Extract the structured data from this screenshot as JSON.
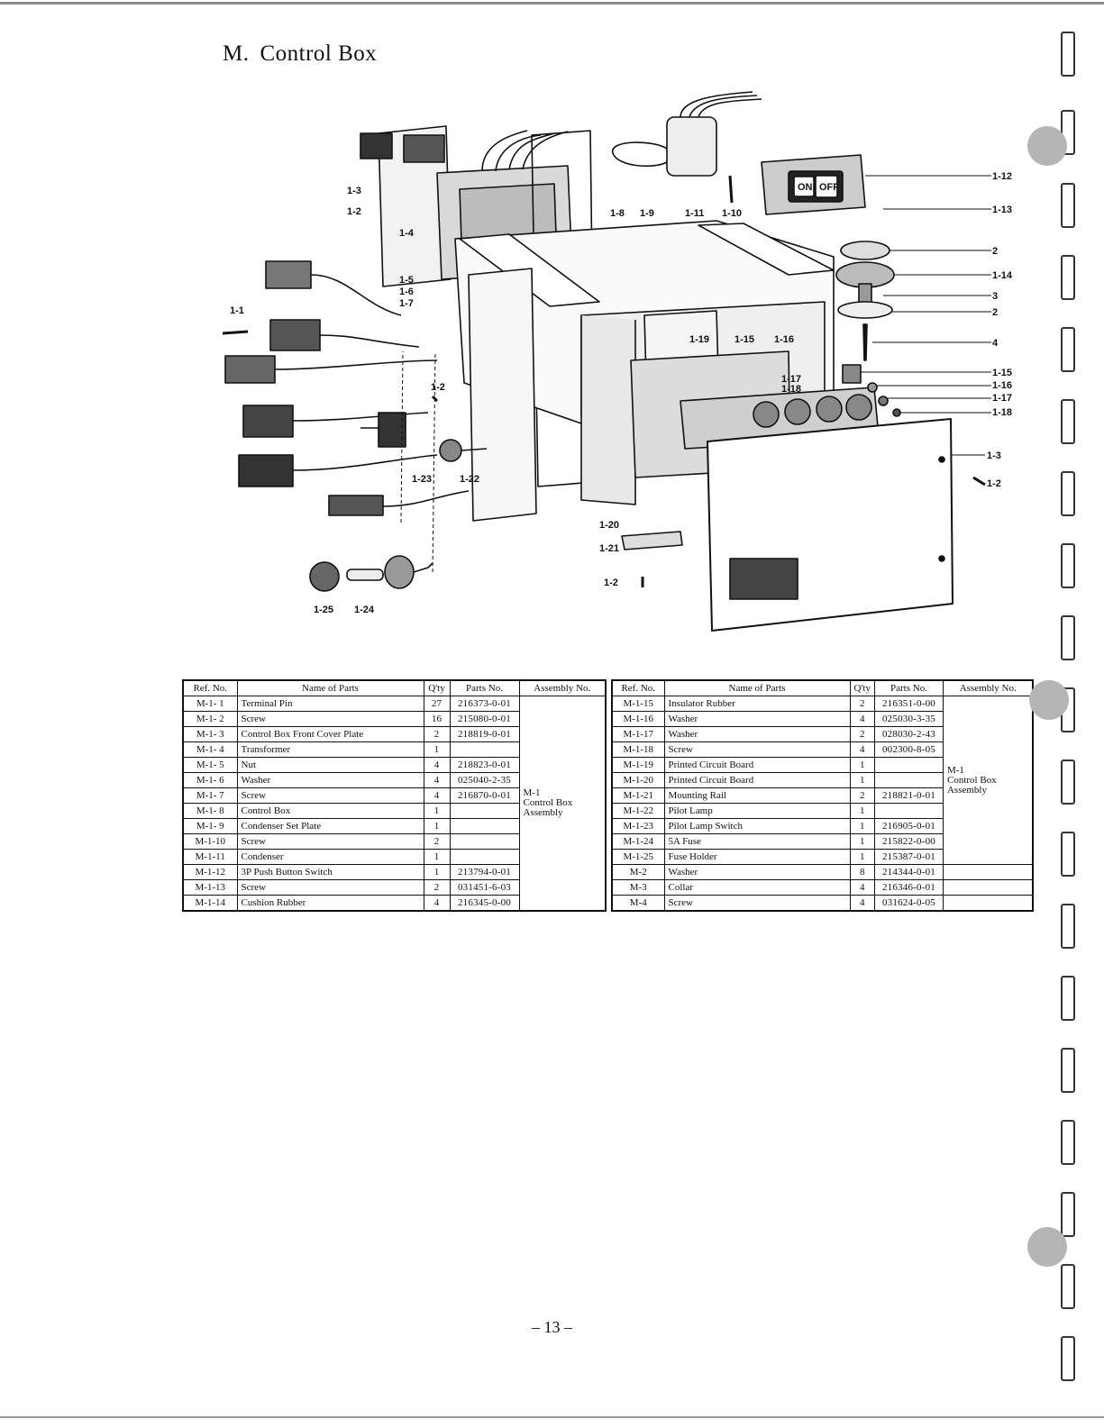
{
  "page": {
    "section_letter": "M.",
    "title": "Control Box",
    "page_number": "– 13 –"
  },
  "diagram_labels": {
    "l1_1": "1-1",
    "l1_2a": "1-2",
    "l1_3a": "1-3",
    "l1_4": "1-4",
    "l1_5": "1-5",
    "l1_6": "1-6",
    "l1_7": "1-7",
    "l1_8": "1-8",
    "l1_9": "1-9",
    "l1_11": "1-11",
    "l1_10": "1-10",
    "l1_12": "1-12",
    "l1_13": "1-13",
    "l2a": "2",
    "l1_14": "1-14",
    "l3": "3",
    "l2b": "2",
    "l4": "4",
    "l1_15": "1-15",
    "l1_16": "1-16",
    "l1_17": "1-17",
    "l1_18": "1-18",
    "l1_19": "1-19",
    "l1_15b": "1-15",
    "l1_16b": "1-16",
    "l1_17b": "1-17",
    "l1_18b": "1-18",
    "l1_3b": "1-3",
    "l1_2b": "1-2",
    "l1_2c": "1-2",
    "l1_23": "1-23",
    "l1_22": "1-22",
    "l1_20": "1-20",
    "l1_21": "1-21",
    "l1_2d": "1-2",
    "l1_25": "1-25",
    "l1_24": "1-24",
    "switch_on": "ON",
    "switch_off": "OFF"
  },
  "table": {
    "headers": {
      "ref_no": "Ref. No.",
      "name": "Name of Parts",
      "qty": "Q'ty",
      "parts_no": "Parts No.",
      "assembly_no": "Assembly No."
    },
    "left_rows": [
      {
        "ref": "M-1- 1",
        "name": "Terminal Pin",
        "qty": "27",
        "parts_no": "216373-0-01"
      },
      {
        "ref": "M-1- 2",
        "name": "Screw",
        "qty": "16",
        "parts_no": "215080-0-01"
      },
      {
        "ref": "M-1- 3",
        "name": "Control Box Front Cover Plate",
        "qty": "2",
        "parts_no": "218819-0-01"
      },
      {
        "ref": "M-1- 4",
        "name": "Transformer",
        "qty": "1",
        "parts_no": ""
      },
      {
        "ref": "M-1- 5",
        "name": "Nut",
        "qty": "4",
        "parts_no": "218823-0-01"
      },
      {
        "ref": "M-1- 6",
        "name": "Washer",
        "qty": "4",
        "parts_no": "025040-2-35"
      },
      {
        "ref": "M-1- 7",
        "name": "Screw",
        "qty": "4",
        "parts_no": "216870-0-01"
      },
      {
        "ref": "M-1- 8",
        "name": "Control Box",
        "qty": "1",
        "parts_no": ""
      },
      {
        "ref": "M-1- 9",
        "name": "Condenser Set Plate",
        "qty": "1",
        "parts_no": ""
      },
      {
        "ref": "M-1-10",
        "name": "Screw",
        "qty": "2",
        "parts_no": ""
      },
      {
        "ref": "M-1-11",
        "name": "Condenser",
        "qty": "1",
        "parts_no": ""
      },
      {
        "ref": "M-1-12",
        "name": "3P Push Button Switch",
        "qty": "1",
        "parts_no": "213794-0-01"
      },
      {
        "ref": "M-1-13",
        "name": "Screw",
        "qty": "2",
        "parts_no": "031451-6-03"
      },
      {
        "ref": "M-1-14",
        "name": "Cushion Rubber",
        "qty": "4",
        "parts_no": "216345-0-00"
      }
    ],
    "left_assembly": {
      "line1": "M-1",
      "line2": "Control Box",
      "line3": "Assembly"
    },
    "right_rows": [
      {
        "ref": "M-1-15",
        "name": "Insulator Rubber",
        "qty": "2",
        "parts_no": "216351-0-00"
      },
      {
        "ref": "M-1-16",
        "name": "Washer",
        "qty": "4",
        "parts_no": "025030-3-35"
      },
      {
        "ref": "M-1-17",
        "name": "Washer",
        "qty": "2",
        "parts_no": "028030-2-43"
      },
      {
        "ref": "M-1-18",
        "name": "Screw",
        "qty": "4",
        "parts_no": "002300-8-05"
      },
      {
        "ref": "M-1-19",
        "name": "Printed Circuit Board",
        "qty": "1",
        "parts_no": ""
      },
      {
        "ref": "M-1-20",
        "name": "Printed Circuit Board",
        "qty": "1",
        "parts_no": ""
      },
      {
        "ref": "M-1-21",
        "name": "Mounting Rail",
        "qty": "2",
        "parts_no": "218821-0-01"
      },
      {
        "ref": "M-1-22",
        "name": "Pilot Lamp",
        "qty": "1",
        "parts_no": ""
      },
      {
        "ref": "M-1-23",
        "name": "Pilot Lamp Switch",
        "qty": "1",
        "parts_no": "216905-0-01"
      },
      {
        "ref": "M-1-24",
        "name": "5A Fuse",
        "qty": "1",
        "parts_no": "215822-0-00"
      },
      {
        "ref": "M-1-25",
        "name": "Fuse Holder",
        "qty": "1",
        "parts_no": "215387-0-01"
      },
      {
        "ref": "M-2",
        "name": "Washer",
        "qty": "8",
        "parts_no": "214344-0-01"
      },
      {
        "ref": "M-3",
        "name": "Collar",
        "qty": "4",
        "parts_no": "216346-0-01"
      },
      {
        "ref": "M-4",
        "name": "Screw",
        "qty": "4",
        "parts_no": "031624-0-05"
      }
    ],
    "right_assembly": {
      "line1": "M-1",
      "line2": "Control Box",
      "line3": "Assembly"
    }
  }
}
